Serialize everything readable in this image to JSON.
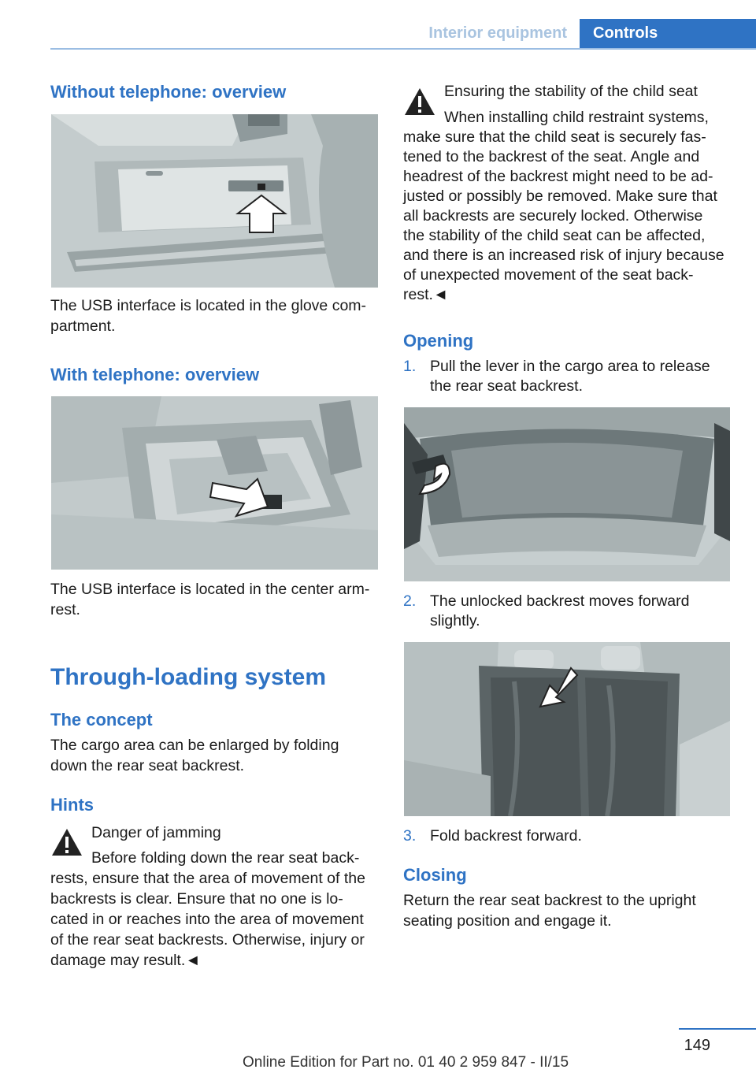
{
  "header": {
    "section": "Interior equipment",
    "chapter": "Controls"
  },
  "left": {
    "without_phone_heading": "Without telephone: overview",
    "without_phone_caption_1": "The USB interface is located in the glove com-",
    "without_phone_caption_2": "partment.",
    "with_phone_heading": "With telephone: overview",
    "with_phone_caption_1": "The USB interface is located in the center arm-",
    "with_phone_caption_2": "rest.",
    "chapter_title": "Through-loading system",
    "concept_heading": "The concept",
    "concept_text_1": "The cargo area can be enlarged by folding",
    "concept_text_2": "down the rear seat backrest.",
    "hints_heading": "Hints",
    "warning_title": "Danger of jamming",
    "warning_lines": [
      "Before folding down the rear seat back-",
      "rests, ensure that the area of movement of the",
      "backrests is clear. Ensure that no one is lo-",
      "cated in or reaches into the area of movement",
      "of the rear seat backrests. Otherwise, injury or",
      "damage may result.◄"
    ]
  },
  "right": {
    "warning_title": "Ensuring the stability of the child seat",
    "warning_lines": [
      "When installing child restraint systems,",
      "make sure that the child seat is securely fas-",
      "tened to the backrest of the seat. Angle and",
      "headrest of the backrest might need to be ad-",
      "justed or possibly be removed. Make sure that",
      "all backrests are securely locked. Otherwise",
      "the stability of the child seat can be affected,",
      "and there is an increased risk of injury because",
      "of unexpected movement of the seat back-",
      "rest.◄"
    ],
    "opening_heading": "Opening",
    "steps": [
      {
        "num": "1.",
        "line1": "Pull the lever in the cargo area to release",
        "line2": "the rear seat backrest."
      },
      {
        "num": "2.",
        "line1": "The unlocked backrest moves forward",
        "line2": "slightly."
      },
      {
        "num": "3.",
        "line1": "Fold backrest forward.",
        "line2": ""
      }
    ],
    "closing_heading": "Closing",
    "closing_text_1": "Return the rear seat backrest to the upright",
    "closing_text_2": "seating position and engage it."
  },
  "footer": {
    "page_number": "149",
    "edition": "Online Edition for Part no. 01 40 2 959 847 - II/15"
  }
}
